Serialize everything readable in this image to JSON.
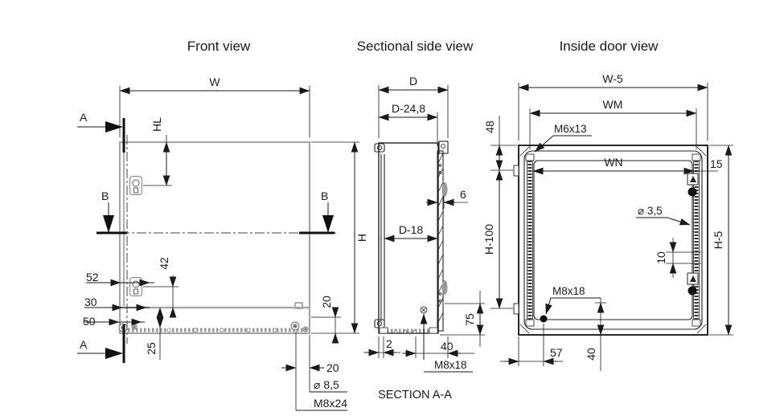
{
  "front": {
    "title": "Front view",
    "section_a": "A",
    "section_b": "B",
    "dim_w": "W",
    "dim_h": "H",
    "dim_hl": "HL",
    "dim_42": "42",
    "dim_52": "52",
    "dim_30": "30",
    "dim_50": "50",
    "dim_25": "25",
    "dim_20_right": "20",
    "dim_20_bottom": "20",
    "dim_dia85": "⌀ 8,5",
    "dim_m8x24": "M8x24"
  },
  "side": {
    "title": "Sectional side view",
    "caption": "SECTION A-A",
    "dim_d": "D",
    "dim_d248": "D-24,8",
    "dim_d18": "D-18",
    "dim_6": "6",
    "dim_2": "2",
    "dim_40": "40",
    "dim_75": "75",
    "dim_m8x18": "M8x18"
  },
  "door": {
    "title": "Inside door view",
    "dim_w5": "W-5",
    "dim_wm": "WM",
    "dim_wn": "WN",
    "dim_15": "15",
    "dim_h5": "H-5",
    "dim_48": "48",
    "dim_h100": "H-100",
    "dim_10": "10",
    "dim_dia35": "⌀ 3,5",
    "dim_m6x13": "M6x13",
    "dim_m8x18": "M8x18",
    "dim_57": "57",
    "dim_40": "40"
  },
  "colors": {
    "line": "#1a1a1a",
    "body": "#a6a6a6",
    "bg": "#ffffff"
  }
}
